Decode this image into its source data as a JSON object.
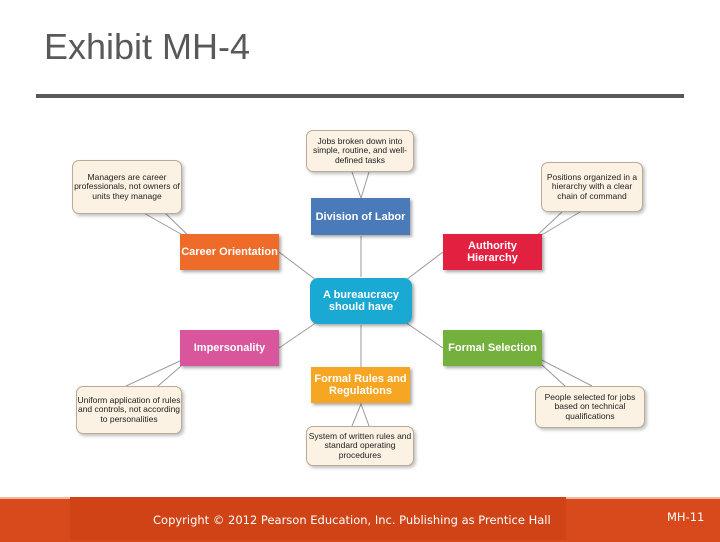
{
  "slide": {
    "title": "Exhibit MH-4",
    "footer": "Copyright © 2012 Pearson Education, Inc. Publishing as Prentice Hall",
    "page_number": "MH-11"
  },
  "diagram": {
    "center": "A bureaucracy should have",
    "nodes": {
      "division": "Division of Labor",
      "authority": "Authority Hierarchy",
      "career": "Career Orientation",
      "impersonality": "Impersonality",
      "formal_selection": "Formal Selection",
      "formal_rules": "Formal Rules and Regulations"
    },
    "callouts": {
      "division": "Jobs broken down into simple, routine, and well-defined tasks",
      "authority": "Positions organized in a hierarchy with a clear chain of command",
      "career": "Managers are career professionals, not owners of units they manage",
      "impersonality": "Uniform application of rules and controls, not according to personalities",
      "formal_selection": "People selected for jobs based on technical qualifications",
      "formal_rules": "System of written rules and standard operating procedures"
    },
    "colors": {
      "center": "#1aa9d3",
      "division": "#4a7ab8",
      "authority": "#e2203f",
      "career": "#ee6b2a",
      "impersonality": "#d9559c",
      "formal_selection": "#73b03c",
      "formal_rules": "#f6a623"
    }
  }
}
